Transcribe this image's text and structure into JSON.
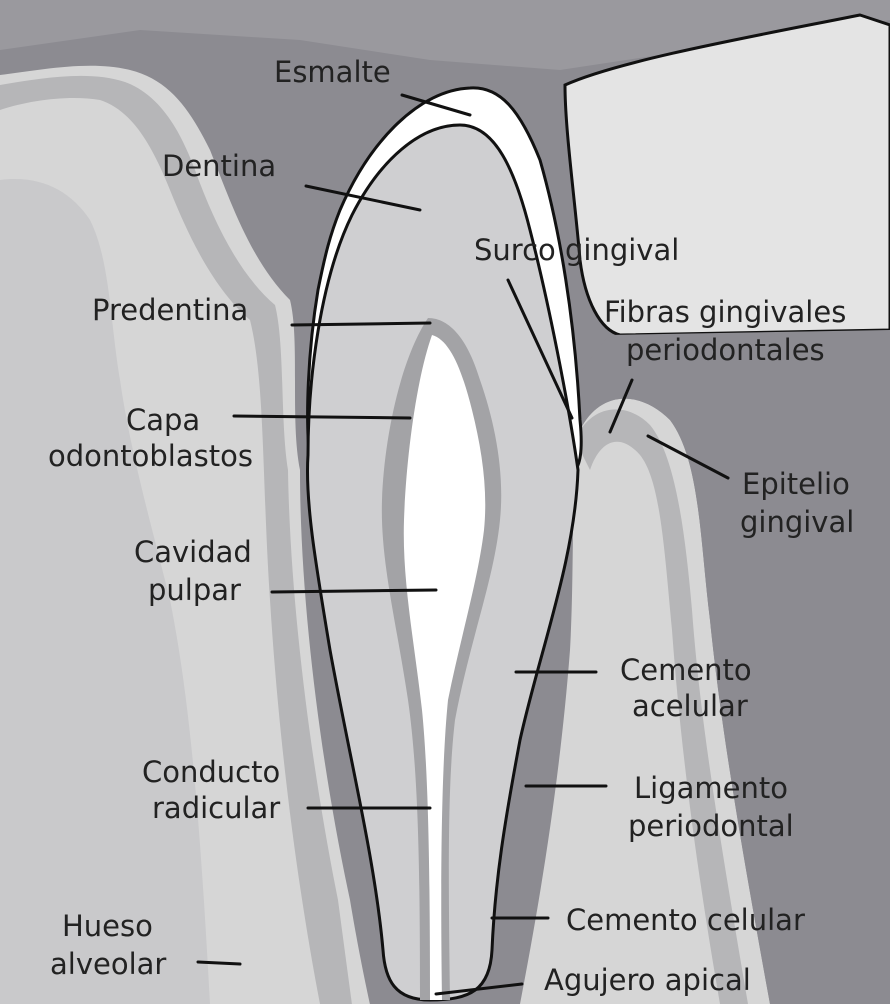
{
  "labels": {
    "esmalte": "Esmalte",
    "dentina": "Dentina",
    "surco": "Surco gingival",
    "predentina": "Predentina",
    "fibras_1": "Fibras gingivales",
    "fibras_2": "periodontales",
    "capa_1": "Capa",
    "capa_2": "odontoblastos",
    "epitelio_1": "Epitelio",
    "epitelio_2": "gingival",
    "cavidad_1": "Cavidad",
    "cavidad_2": "pulpar",
    "cemento_acel_1": "Cemento",
    "cemento_acel_2": "acelular",
    "conducto_1": "Conducto",
    "conducto_2": "radicular",
    "ligamento_1": "Ligamento",
    "ligamento_2": "periodontal",
    "hueso_1": "Hueso",
    "hueso_2": "alveolar",
    "cemento_cel": "Cemento celular",
    "agujero": "Agujero apical"
  },
  "colors": {
    "soft_tissue": "#8c8b91",
    "bone_light": "#d6d6d6",
    "bone_mid": "#b6b6b8",
    "enamel": "#ffffff",
    "dentin": "#cfcfd1",
    "predentin": "#a3a3a6",
    "pulp": "#ffffff",
    "outline": "#111111"
  }
}
